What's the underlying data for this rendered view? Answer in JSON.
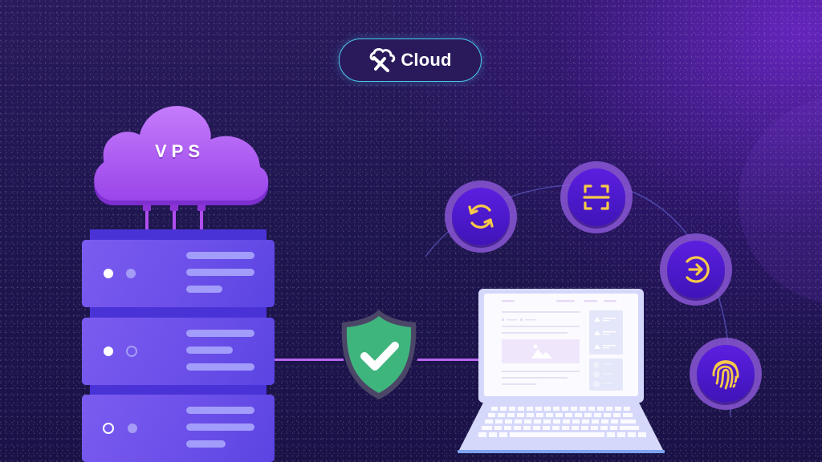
{
  "brand": {
    "name": "Cloud",
    "logo_icon": "x-cloud-logo-icon",
    "pill_border_color": "#4cc4e8"
  },
  "cloud": {
    "label": "VPS",
    "color": "#a35cf0",
    "cables": 3
  },
  "server_rack": {
    "units": [
      {
        "leds": [
          "on",
          "dim"
        ],
        "bars": [
          84,
          84,
          44
        ]
      },
      {
        "leds": [
          "on",
          "ring-dim"
        ],
        "bars": [
          84,
          57,
          84
        ]
      },
      {
        "leds": [
          "ring-white",
          "dim"
        ],
        "bars": [
          84,
          84,
          48
        ]
      }
    ],
    "color": "#6a4ee8"
  },
  "shield": {
    "icon": "shield-check-icon",
    "color": "#3fb57e"
  },
  "laptop": {
    "icon": "laptop-icon",
    "screen": "webpage-wireframe"
  },
  "features": [
    {
      "name": "sync",
      "icon": "sync-icon"
    },
    {
      "name": "scan",
      "icon": "scan-icon"
    },
    {
      "name": "login",
      "icon": "login-arrow-icon"
    },
    {
      "name": "fingerprint",
      "icon": "fingerprint-icon"
    }
  ],
  "colors": {
    "background": "#1f1650",
    "accent_yellow": "#f7c948",
    "wire": "#b865f0"
  }
}
